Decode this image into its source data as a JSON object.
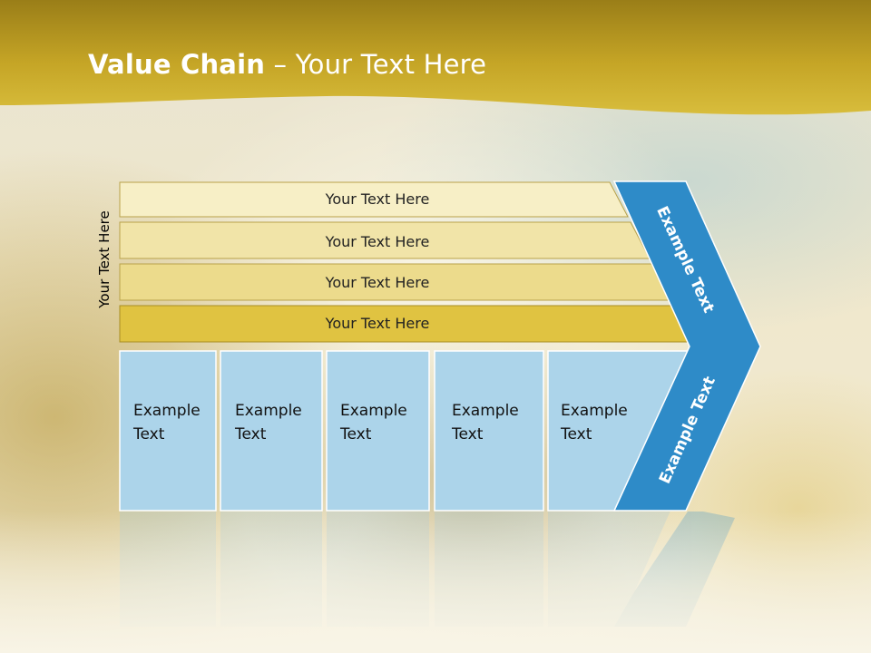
{
  "slide": {
    "title_bold": "Value Chain",
    "title_rest": " – Your Text Here",
    "side_label": "Your Text Here"
  },
  "bars": [
    {
      "label": "Your Text Here",
      "fill": "#f7efc6"
    },
    {
      "label": "Your Text Here",
      "fill": "#f1e4a8"
    },
    {
      "label": "Your Text Here",
      "fill": "#ecdb8c"
    },
    {
      "label": "Your Text Here",
      "fill": "#e0c341"
    }
  ],
  "cells": [
    {
      "line1": "Example",
      "line2": "Text"
    },
    {
      "line1": "Example",
      "line2": "Text"
    },
    {
      "line1": "Example",
      "line2": "Text"
    },
    {
      "line1": "Example",
      "line2": "Text"
    },
    {
      "line1": "Example",
      "line2": "Text"
    }
  ],
  "chevron": {
    "upper_label": "Example Text",
    "lower_label": "Example Text",
    "color": "#2e8bc8"
  },
  "colors": {
    "header_gold": "#c9a922",
    "cell_fill": "#acd4ea",
    "cell_stroke": "#ffffff"
  }
}
